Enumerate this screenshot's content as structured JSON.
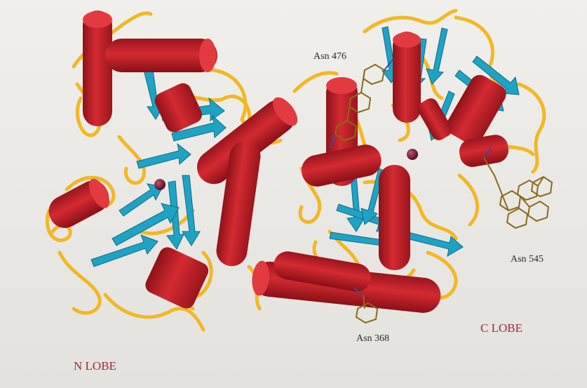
{
  "labels": {
    "asn476": "Asn 476",
    "asn545": "Asn 545",
    "asn368": "Asn 368",
    "n_lobe": "N LOBE",
    "c_lobe": "C LOBE"
  },
  "colors": {
    "background_top": "#f2f0ec",
    "background_bottom": "#e6e4e0",
    "helix": "#c8202a",
    "helix_shade": "#8e1218",
    "strand": "#1fa3c4",
    "coil": "#f2b824",
    "metal_ion": "#6a1030",
    "glycan": "#8a6a1a",
    "lobe_label": "#a0283c",
    "residue_label": "#2a2a2a"
  },
  "structure": {
    "secondary_structure": [
      "alpha-helix",
      "beta-strand",
      "coil"
    ],
    "metal_ions": 2,
    "glycosylation_sites": 3
  }
}
